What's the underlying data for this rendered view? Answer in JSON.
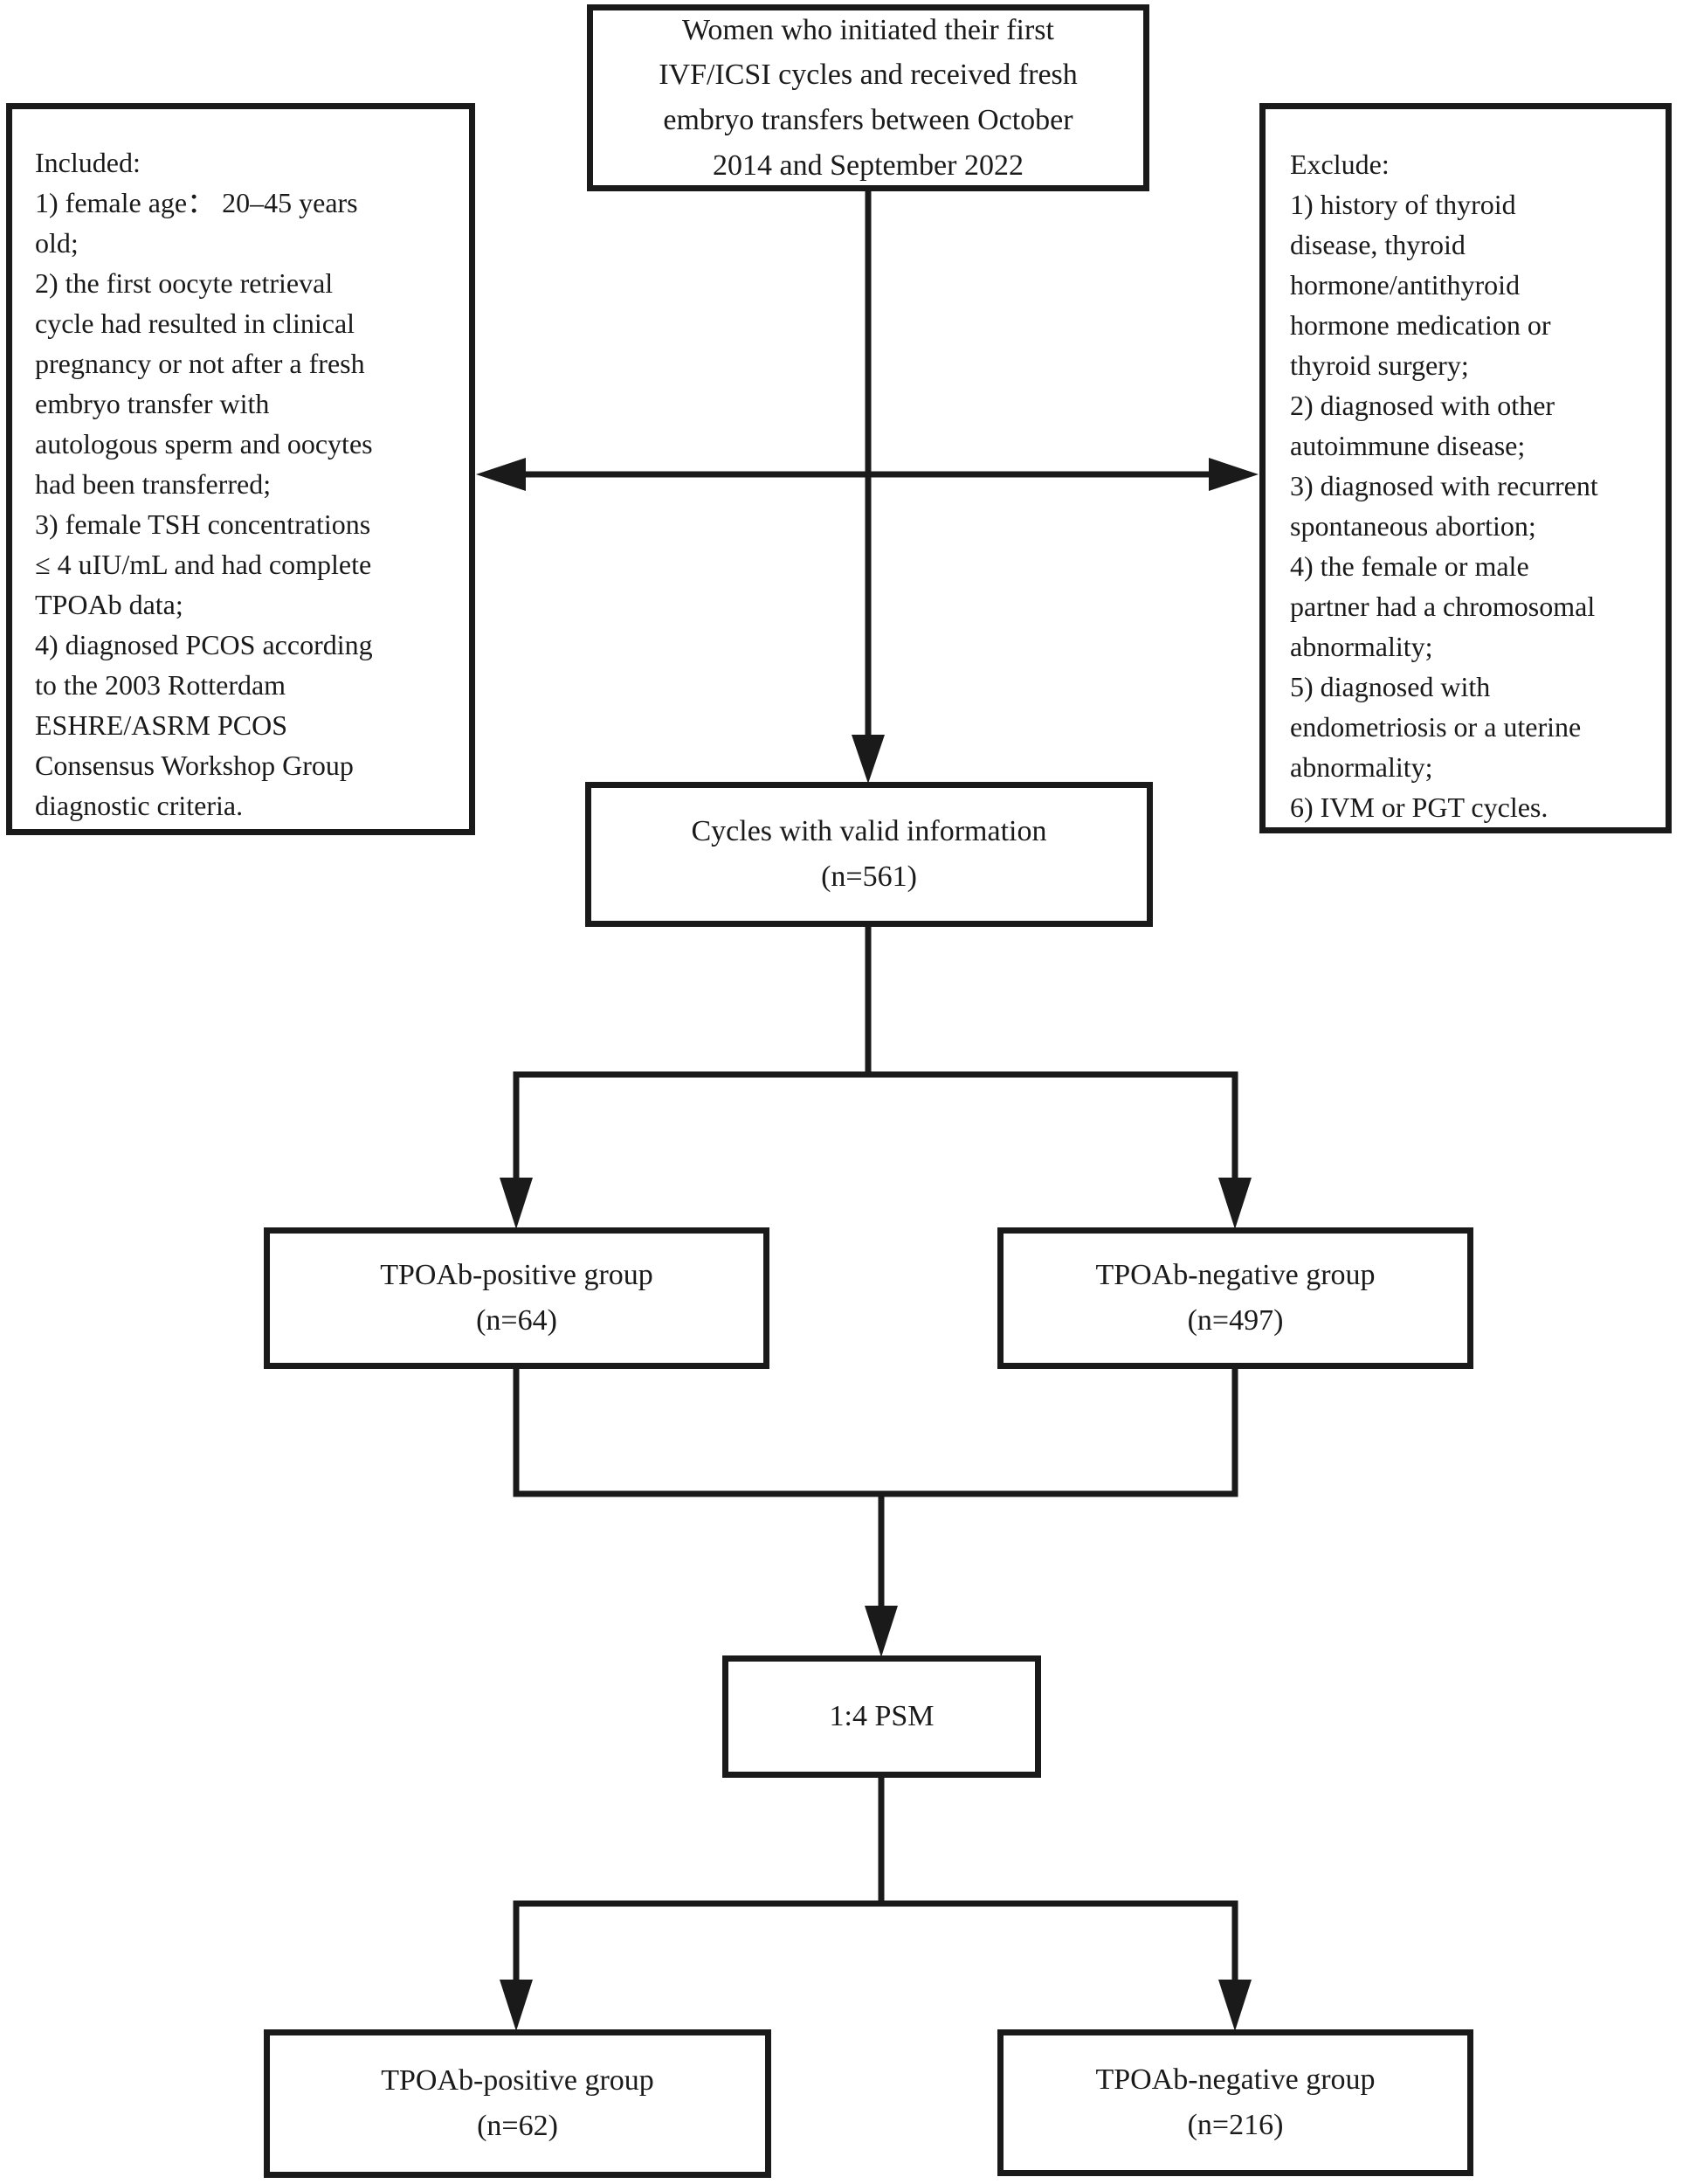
{
  "flowchart": {
    "line_color": "#1a1a1a",
    "top_box": "Women who initiated their first\nIVF/ICSI cycles and received fresh\nembryo transfers between October\n2014 and September 2022",
    "included_box": "Included:\n1) female age： 20–45 years\nold;\n2) the first oocyte retrieval\ncycle had resulted in clinical\npregnancy or not after a fresh\nembryo transfer with\nautologous sperm and oocytes\nhad been transferred;\n3) female TSH concentrations\n≤ 4 uIU/mL and had complete\nTPOAb data;\n4) diagnosed PCOS according\nto the 2003 Rotterdam\nESHRE/ASRM PCOS\nConsensus Workshop Group\ndiagnostic criteria.",
    "exclude_box": "Exclude:\n1) history of thyroid\ndisease, thyroid\nhormone/antithyroid\nhormone medication or\nthyroid surgery;\n2) diagnosed with other\nautoimmune disease;\n3) diagnosed with recurrent\nspontaneous abortion;\n4) the female or male\npartner had a chromosomal\nabnormality;\n5) diagnosed with\nendometriosis or a uterine\nabnormality;\n6) IVM or PGT cycles.",
    "cycles_box": "Cycles with valid information\n(n=561)",
    "tpoab_positive_box": "TPOAb-positive group\n(n=64)",
    "tpoab_negative_box": "TPOAb-negative group\n(n=497)",
    "psm_box": "1:4 PSM",
    "tpoab_positive_matched_box": "TPOAb-positive group\n(n=62)",
    "tpoab_negative_matched_box": "TPOAb-negative group\n(n=216)"
  }
}
